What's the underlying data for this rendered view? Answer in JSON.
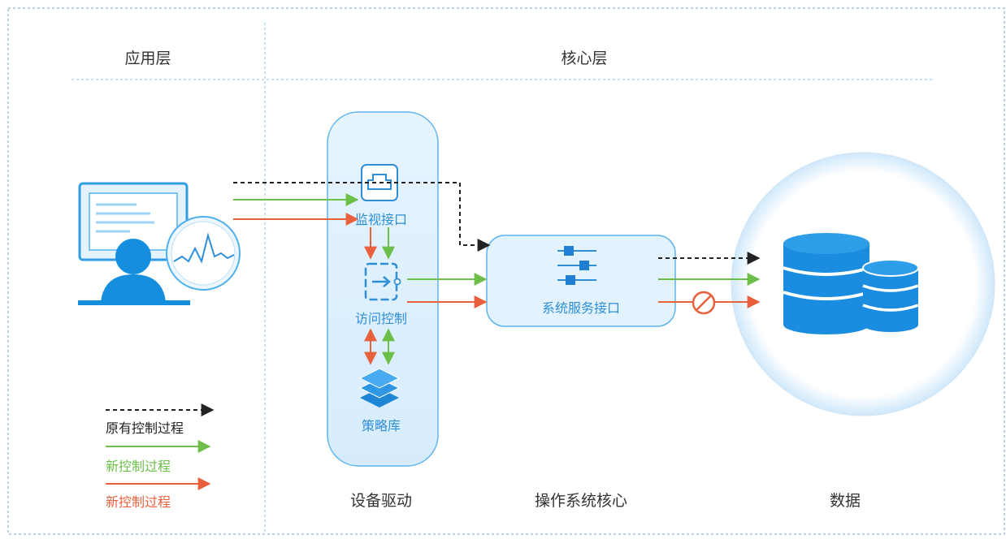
{
  "layers": {
    "app": "应用层",
    "core": "核心层"
  },
  "nodes": {
    "monitor": "监视接口",
    "access": "访问控制",
    "policy": "策略库",
    "syscall": "系统服务接口"
  },
  "bottom_labels": {
    "driver": "设备驱动",
    "kernel": "操作系统核心",
    "data": "数据"
  },
  "legend": [
    {
      "text": "原有控制过程",
      "color": "#222222",
      "style": "dashed"
    },
    {
      "text": "新控制过程",
      "color": "#6cc04a",
      "style": "solid"
    },
    {
      "text": "新控制过程",
      "color": "#e8613c",
      "style": "solid"
    }
  ],
  "colors": {
    "black_flow": "#222222",
    "green_flow": "#6cc04a",
    "red_flow": "#e8613c",
    "accent_blue": "#2f8fd6",
    "light_blue": "#dcefff"
  },
  "icons": {
    "monitor": "network-port-icon",
    "access": "access-gate-icon",
    "policy": "stacked-layers-icon",
    "syscall": "sliders-icon",
    "blocked": "prohibited-icon",
    "data": "database-icon",
    "user": "user-at-monitor-icon"
  }
}
